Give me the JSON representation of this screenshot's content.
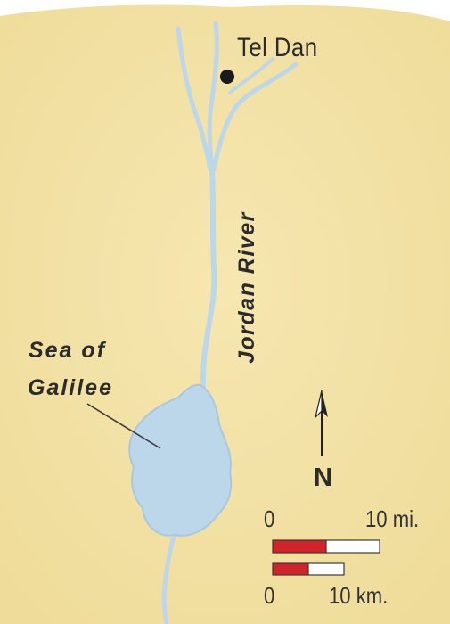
{
  "map": {
    "places": {
      "tel_dan": "Tel Dan"
    },
    "features": {
      "river": "Jordan River",
      "sea_line1": "Sea of",
      "sea_line2": "Galilee"
    },
    "compass": {
      "north_label": "N"
    },
    "scale": {
      "miles_zero": "0",
      "miles_label": "10 mi.",
      "km_zero": "0",
      "km_label": "10 km."
    }
  },
  "colors": {
    "land": "#f4e3a6",
    "water": "#bcd6ea",
    "water_edge": "#9dbfdc",
    "scale_red": "#d2232a",
    "text": "#2b2b2b"
  },
  "icons": {
    "city_marker": "black-dot",
    "compass": "north-arrow"
  }
}
